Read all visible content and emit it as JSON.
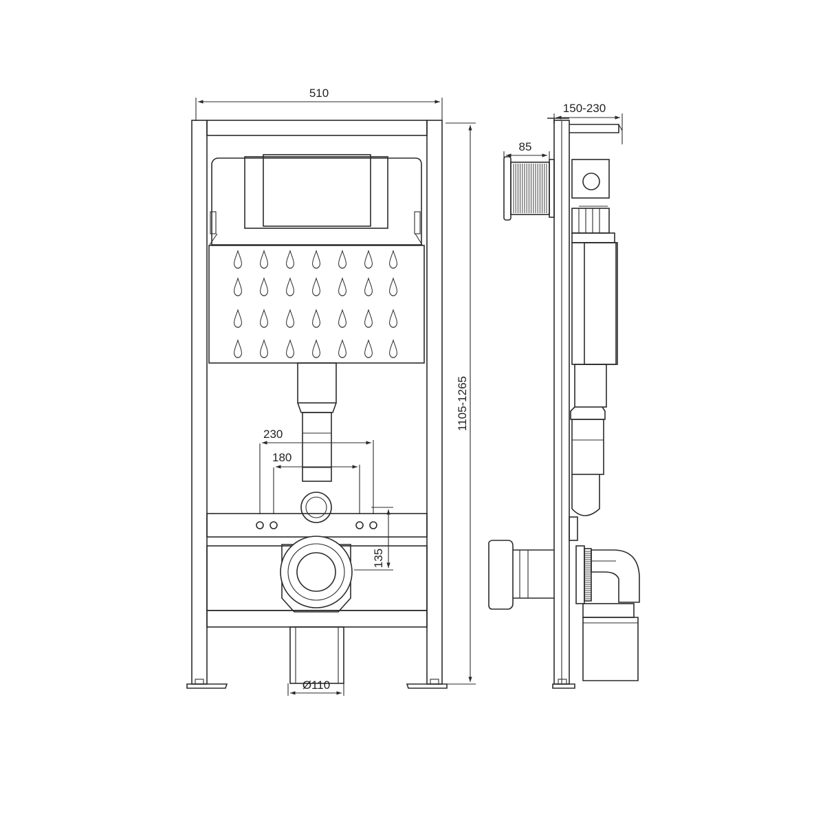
{
  "dimensions": {
    "frame_width": "510",
    "frame_height": "1105-1265",
    "depth": "150-230",
    "flush_plate_depth": "85",
    "bolt_spacing_outer": "230",
    "bolt_spacing_inner": "180",
    "drain_height": "135",
    "drain_diameter": "Ø110"
  },
  "colors": {
    "line": "#2a2a2a",
    "background": "#ffffff"
  }
}
